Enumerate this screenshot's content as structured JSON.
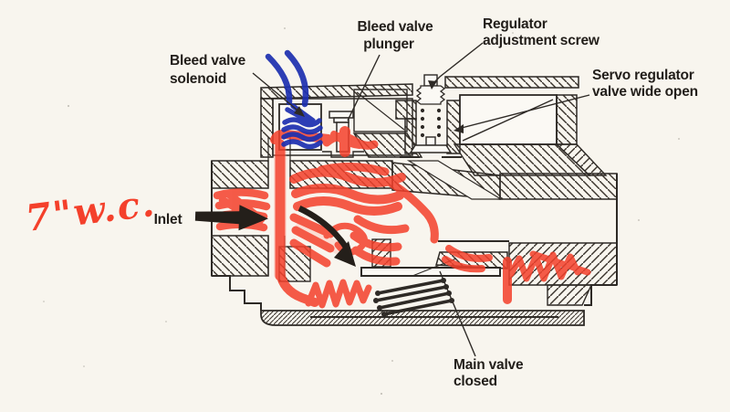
{
  "figure": {
    "background": "#f8f5ee",
    "ink_color": "#2e2a26",
    "marker_red": "#f4402b",
    "marker_blue": "#1c2fb0"
  },
  "labels": {
    "bleed_valve_solenoid": {
      "line1": "Bleed valve",
      "line2": "solenoid"
    },
    "bleed_valve_plunger": {
      "line1": "Bleed valve",
      "line2": "plunger"
    },
    "regulator_adjustment_screw": {
      "line1": "Regulator",
      "line2": "adjustment screw"
    },
    "servo_regulator_valve": {
      "line1": "Servo regulator",
      "line2": "valve wide open"
    },
    "inlet": {
      "text": "Inlet"
    },
    "main_valve_closed": {
      "line1": "Main valve",
      "line2": "closed"
    }
  },
  "handwriting": {
    "pressure_note": "7\"w.c."
  }
}
